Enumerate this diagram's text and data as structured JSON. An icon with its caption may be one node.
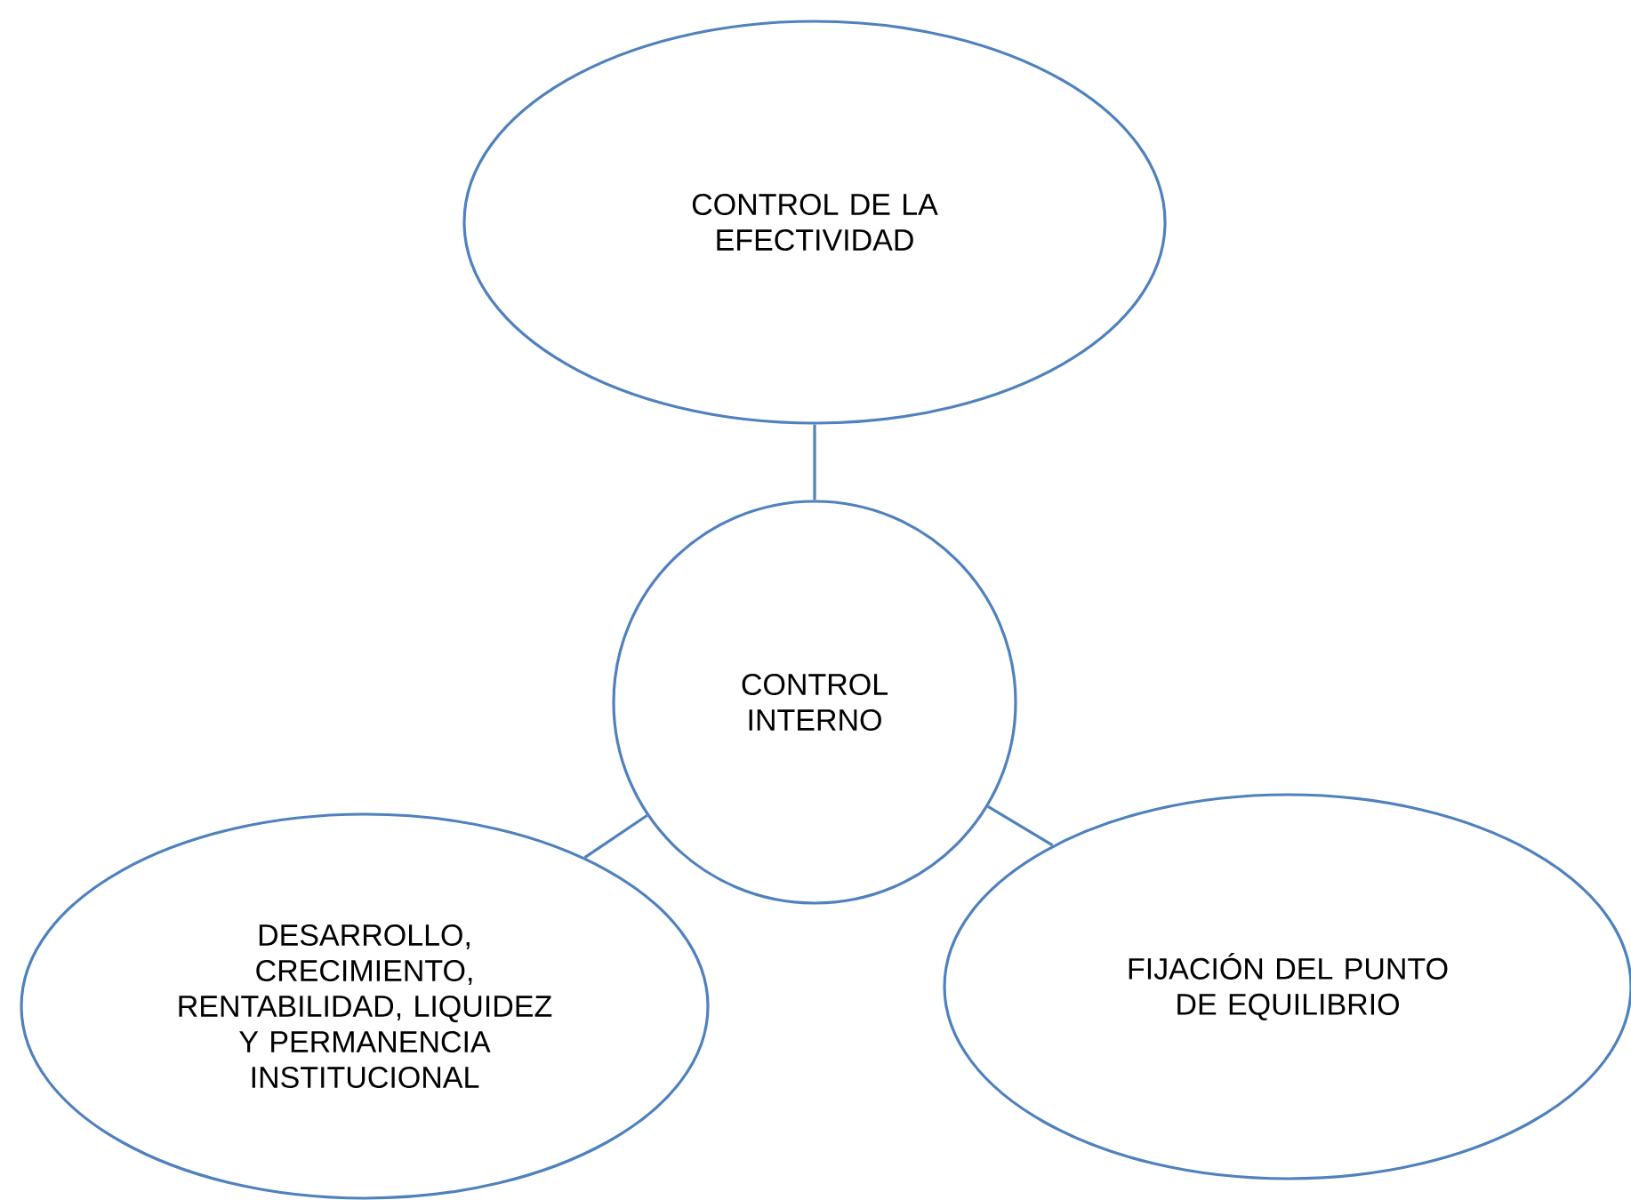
{
  "diagram": {
    "nodes": [
      {
        "text": [
          "CONTROL DE LA EFECTIVIDAD"
        ]
      },
      {
        "text": [
          "CONTROL INTERNO"
        ]
      },
      {
        "text": [
          "DESARROLLO, CRECIMIENTO, RENTABILIDAD, LIQUIDEZ Y PERMANENCIA INSTITUCIONAL"
        ]
      },
      {
        "text": [
          "FIJACIÓN DEL PUNTO DE EQUILIBRIO"
        ]
      }
    ],
    "edges": [
      {
        "from": 0,
        "to": 1,
        "arrow": "none"
      },
      {
        "from": 1,
        "to": 2,
        "arrow": "none"
      },
      {
        "from": 1,
        "to": 3,
        "arrow": "none"
      }
    ]
  }
}
